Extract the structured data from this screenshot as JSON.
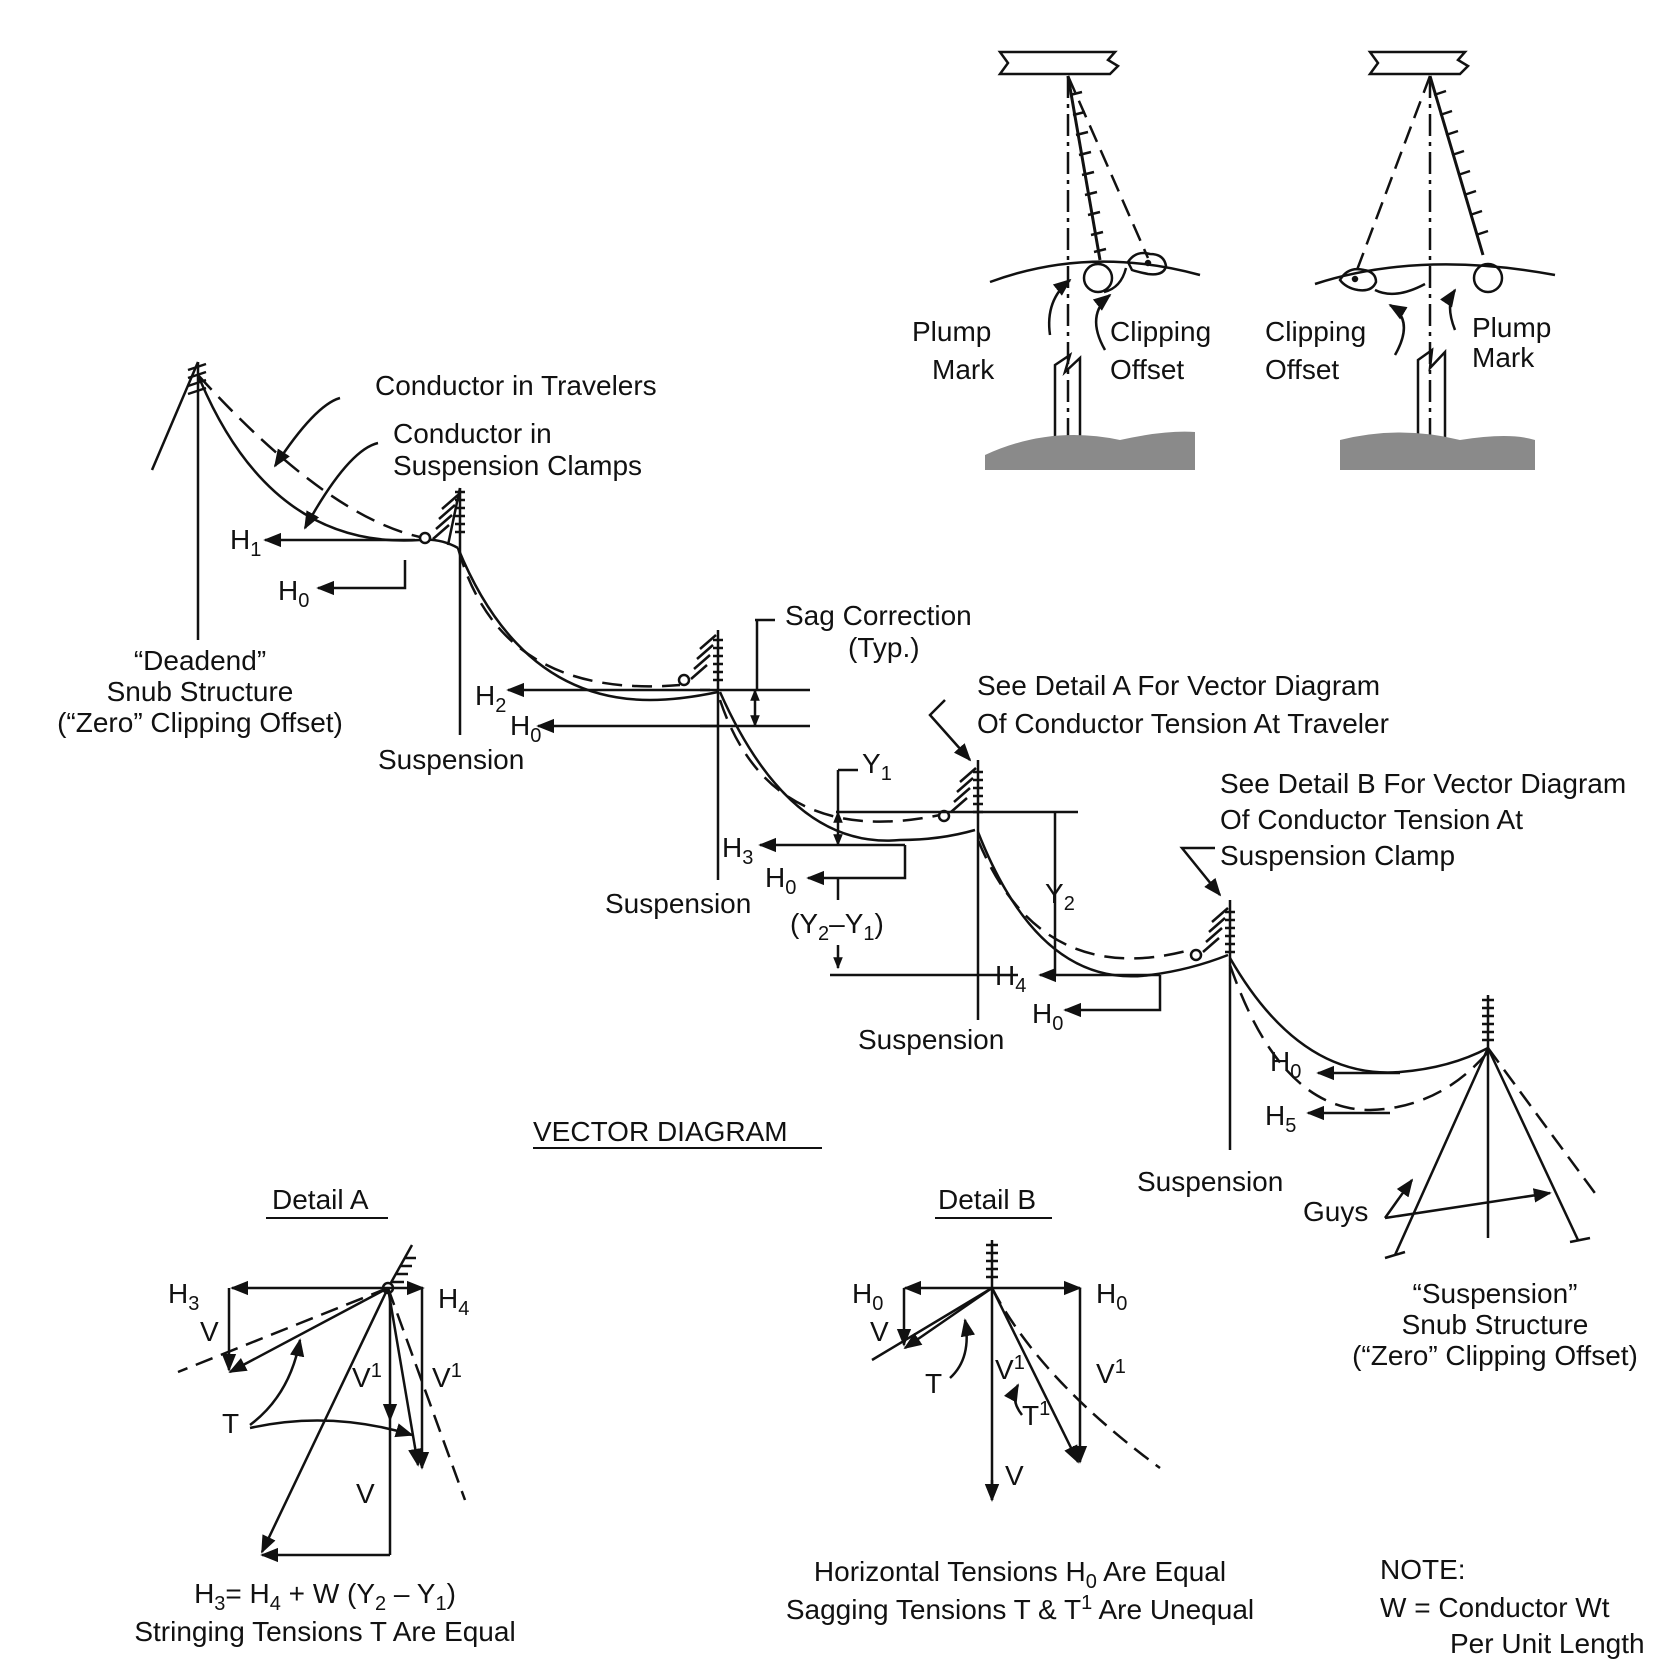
{
  "colors": {
    "ink": "#111111",
    "ground": "#8a8a8a"
  },
  "top_detail": {
    "left": {
      "plumb": [
        "Plump",
        "Mark"
      ],
      "clip": [
        "Clipping",
        "Offset"
      ]
    },
    "right": {
      "clip": [
        "Clipping",
        "Offset"
      ],
      "plumb": [
        "Plump",
        "Mark"
      ]
    }
  },
  "labels": {
    "conductor_travelers": "Conductor in Travelers",
    "conductor_clamps_1": "Conductor in",
    "conductor_clamps_2": "Suspension Clamps",
    "deadend_1": "“Deadend”",
    "deadend_2": "Snub Structure",
    "deadend_3": "(“Zero” Clipping Offset)",
    "suspension": "Suspension",
    "sag_correction_1": "Sag Correction",
    "sag_correction_2": "(Typ.)",
    "see_a_1": "See Detail A For Vector Diagram",
    "see_a_2": "Of Conductor Tension At Traveler",
    "see_b_1": "See Detail B For Vector Diagram",
    "see_b_2": "Of Conductor Tension At",
    "see_b_3": "Suspension Clamp",
    "guys": "Guys",
    "snub_1": "“Suspension”",
    "snub_2": "Snub Structure",
    "snub_3": "(“Zero” Clipping Offset)",
    "vector_diagram": "VECTOR DIAGRAM"
  },
  "symbols": {
    "H": "H",
    "V": "V",
    "T": "T",
    "Y": "Y",
    "s0": "0",
    "s1": "1",
    "s2": "2",
    "s3": "3",
    "s4": "4",
    "s5": "5"
  },
  "detail_a": {
    "title": "Detail A",
    "eq_part1": "= H",
    "eq_part2": " + W (Y",
    "eq_part3": " – Y",
    "eq_part4": ")",
    "caption2": "Stringing Tensions T Are Equal"
  },
  "detail_b": {
    "title": "Detail B",
    "caption1a": "Horizontal Tensions H",
    "caption1b": " Are Equal",
    "caption2a": "Sagging Tensions T & T",
    "caption2b": " Are Unequal"
  },
  "note": {
    "title": "NOTE:",
    "line1": "W = Conductor Wt",
    "line2": "Per Unit Length"
  }
}
